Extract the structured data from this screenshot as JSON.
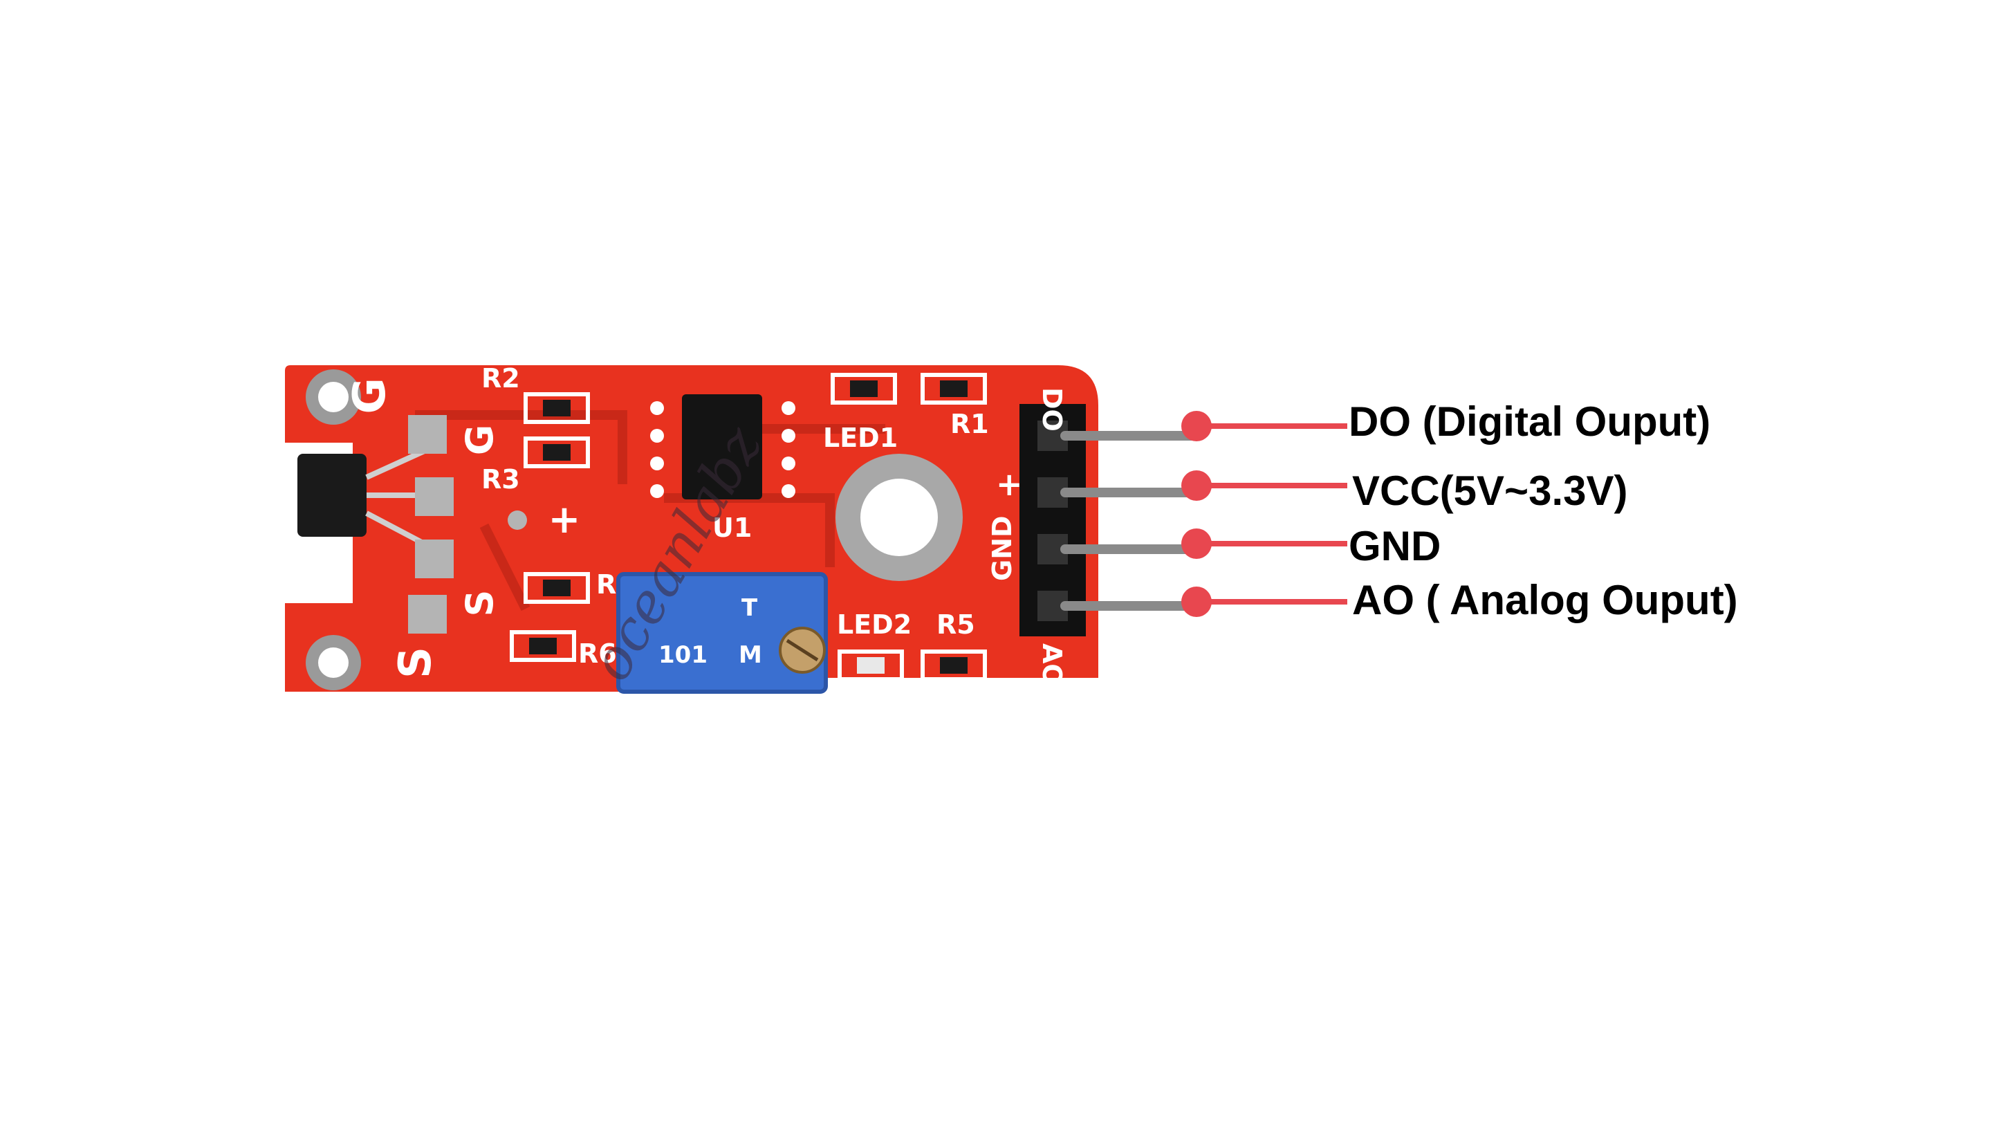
{
  "pin_labels": [
    "DO (Digital Ouput)",
    "VCC(5V~3.3V)",
    "GND",
    "AO ( Analog Ouput)"
  ],
  "board_silkscreen": {
    "header_pins": [
      "DO",
      "+",
      "GND",
      "AO"
    ],
    "components": [
      "R2",
      "R3",
      "R1",
      "R5",
      "R6",
      "U1",
      "LED1",
      "LED2",
      "R"
    ],
    "sensor_pins": [
      "G",
      "G",
      "S",
      "S",
      "+"
    ],
    "potentiometer_text": [
      "T",
      "101",
      "M"
    ]
  },
  "watermark": "oceanlabz",
  "colors": {
    "board": "#e8321f",
    "pointer": "#e8474f",
    "pot": "#3a6fd0",
    "chip": "#141414"
  }
}
